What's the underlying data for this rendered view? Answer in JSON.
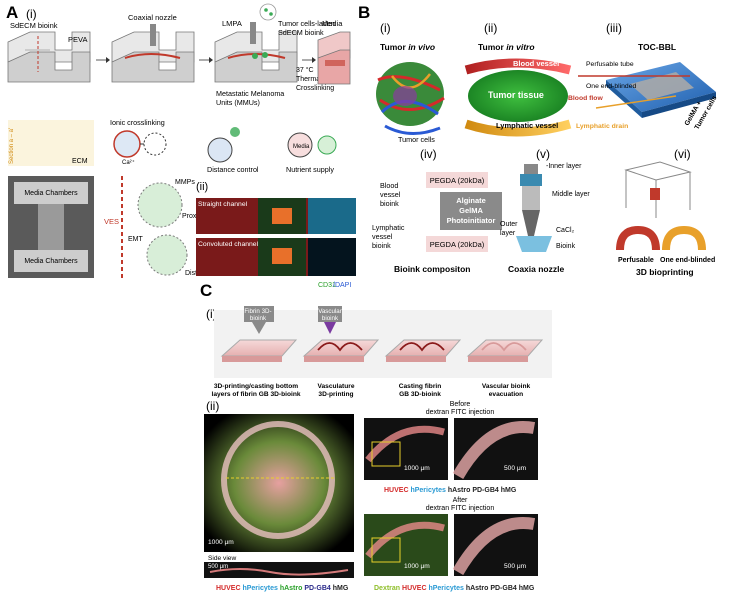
{
  "panelA": {
    "letter": "A",
    "sub_i": "(i)",
    "sub_ii": "(ii)",
    "labels": {
      "sdecm": "SdECM bioink",
      "peva": "PEVA",
      "coaxial": "Coaxial nozzle",
      "lmpa": "LMPA",
      "tumor_laden": "Tumor cells-laden",
      "sdecm2": "SdECM bioink",
      "media": "Media",
      "mmu1": "Metastatic Melanoma",
      "mmu2": "Units (MMUs)",
      "temp": "37 °C",
      "thermal1": "Thermal",
      "thermal2": "Crosslinking",
      "section": "Section a – a'",
      "ecm": "ECM",
      "ionic": "Ionic crosslinking",
      "ca": "Ca²⁺",
      "distance": "Distance control",
      "nutrient": "Nutrient supply",
      "media_in_circle": "Media",
      "media_chambers_top": "Media Chambers",
      "media_chambers_bottom": "Media Chambers",
      "ves": "VES",
      "mmps": "MMPs",
      "proximal": "Proximal",
      "emt": "EMT",
      "distal": "Distal",
      "straight": "Straight channel",
      "convoluted": "Convoluted channel",
      "cd31": "CD31",
      "dapi": "/DAPI"
    }
  },
  "panelB": {
    "letter": "B",
    "sub_i": "(i)",
    "sub_ii": "(ii)",
    "sub_iii": "(iii)",
    "sub_iv": "(iv)",
    "sub_v": "(v)",
    "sub_vi": "(vi)",
    "labels": {
      "tumor_vivo_a": "Tumor ",
      "tumor_vivo_b": "in vivo",
      "tumor_vitro_a": "Tumor ",
      "tumor_vitro_b": "in vitro",
      "tocbbl": "TOC-BBL",
      "blood_vessel": "Blood vessel",
      "tumor_tissue": "Tumor tissue",
      "lymphatic_vessel": "Lymphatic vessel",
      "tumor_cells": "Tumor cells",
      "perfusable_tube": "Perfusable tube",
      "one_end_blinded": "One end-blinded",
      "blood_flow": "Blood flow",
      "lymphatic_drain": "Lymphatic drain",
      "gelma_tumor1": "GelMA +",
      "gelma_tumor2": "Tumor cells",
      "blood_bioink1": "Blood",
      "blood_bioink2": "vessel",
      "blood_bioink3": "bioink",
      "lymph_bioink1": "Lymphatic",
      "lymph_bioink2": "vessel",
      "lymph_bioink3": "bioink",
      "pegda_top": "PEGDA (20kDa)",
      "alginate": "Alginate",
      "gelma": "GelMA",
      "photoinitiator": "Photoinitiator",
      "pegda_bottom": "PEGDA (20kDa)",
      "bioink_composition": "Bioink compositon",
      "inner_layer": "-Inner layer",
      "middle_layer": "Middle layer",
      "outer_layer1": "Outer",
      "outer_layer2": "layer",
      "cacl2": "CaCl₂",
      "bioink": "Bioink",
      "coaxia_nozzle": "Coaxia nozzle",
      "perfusable": "Perfusable",
      "one_end_blinded2": "One end-blinded",
      "bioprinting": "3D bioprinting"
    }
  },
  "panelC": {
    "letter": "C",
    "sub_i": "(i)",
    "sub_ii": "(ii)",
    "labels": {
      "fibrin1": "Fibrin 3D-",
      "fibrin2": "bioink",
      "vascular1": "Vascular",
      "vascular2": "bioink",
      "step1a": "3D-printing/casting bottom",
      "step1b": "layers of fibrin GB 3D-bioink",
      "step2a": "Vasculature",
      "step2b": "3D-printing",
      "step3a": "Casting fibrin",
      "step3b": "GB 3D-bioink",
      "step4a": "Vascular bioink",
      "step4b": "evacuation",
      "before1": "Before",
      "before2": "dextran FITC injection",
      "after1": "After",
      "after2": "dextran FITC injection",
      "scale_1000a": "1000 μm",
      "scale_1000b": "1000 μm",
      "scale_1000c": "1000 μm",
      "scale_500a": "500 μm",
      "scale_500b": "500 μm",
      "scale_500c": "500 μm",
      "side_view": "Side view",
      "legend_huvec": "HUVEC ",
      "legend_hper": "hPericytes ",
      "legend_hastro": "hAstro ",
      "legend_pdgb4": "PD-GB4 ",
      "legend_hmg": "hMG",
      "legend2_huvec": "HUVEC ",
      "legend2_hper": "hPericytes ",
      "legend2_rest": "hAstro PD-GB4 hMG",
      "legend3_dextran": "Dextran ",
      "legend3_huvec": "HUVEC ",
      "legend3_hper": "hPericytes ",
      "legend3_rest": "hAstro PD-GB4 hMG"
    }
  },
  "colors": {
    "huvec": "#d42a2a",
    "hpericytes": "#2a9ad4",
    "hastro": "#2aa02a",
    "pdgb4": "#222222",
    "dextran": "#8fbf2a",
    "orange": "#e89a2a",
    "blue_chip": "#3a7cc8",
    "pink": "#e8a6a6"
  }
}
